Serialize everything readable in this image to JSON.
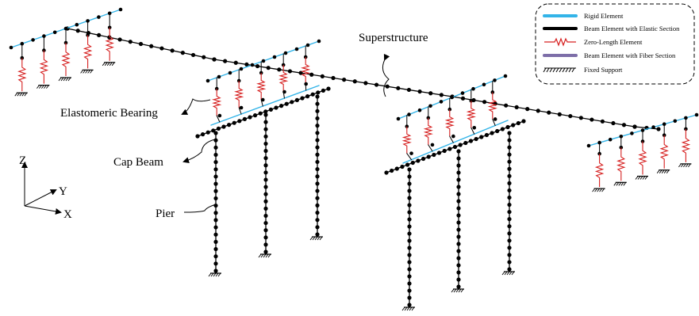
{
  "labels": {
    "superstructure": "Superstructure",
    "elastomeric_bearing": "Elastomeric Bearing",
    "cap_beam": "Cap Beam",
    "pier": "Pier"
  },
  "axes": {
    "z": "Z",
    "y": "Y",
    "x": "X"
  },
  "legend": {
    "items": [
      {
        "label": "Rigid Element",
        "color": "#33b4e8"
      },
      {
        "label": "Beam Element with Elastic Section",
        "color": "#000000"
      },
      {
        "label": "Zero-Length Element",
        "color": "#d62020"
      },
      {
        "label": "Beam Element with Fiber Section",
        "color": "#7d6ea8"
      },
      {
        "label": "Fixed Support",
        "color": "#000000"
      }
    ]
  },
  "colors": {
    "rigid": "#33b4e8",
    "elastic": "#000000",
    "spring": "#d62020",
    "fiber": "#7d6ea8"
  }
}
